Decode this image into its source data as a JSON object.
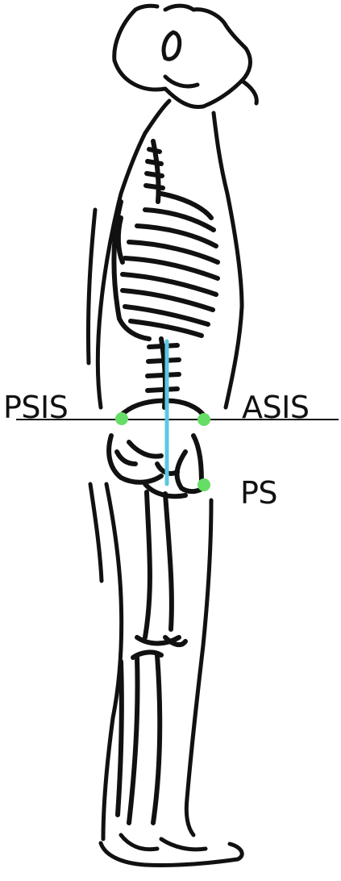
{
  "labels": {
    "psis": "PSIS",
    "asis": "ASIS",
    "ps": "PS"
  },
  "colors": {
    "outline": "#111111",
    "vertical_line": "#5bc8e0",
    "landmark_points": "#66dd66",
    "horizontal_line": "#111111"
  },
  "landmarks": [
    "psis-point",
    "asis-point",
    "ps-point"
  ]
}
